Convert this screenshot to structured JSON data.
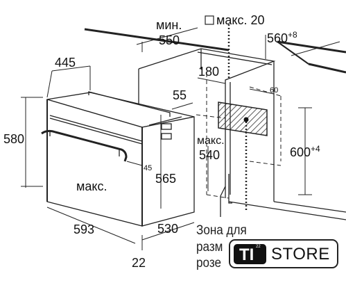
{
  "dimensions": {
    "min_label": "мин.",
    "min_value": "550",
    "max20_label": "макс. 20",
    "d560": "560",
    "d560_tol": "+8",
    "d445": "445",
    "d180": "180",
    "d580": "580",
    "d55": "55",
    "d60": "60",
    "max540_label": "макс.",
    "max540_value": "540",
    "d600": "600",
    "d600_tol": "+4",
    "d565": "565",
    "d45": "45",
    "max_front": "макс.",
    "d593": "593",
    "d530": "530",
    "d22": "22"
  },
  "zone_text": [
    "Зона для",
    "разм",
    "розе"
  ],
  "badge": {
    "mark": "TI",
    "mark_num": "22",
    "text": "STORE"
  }
}
